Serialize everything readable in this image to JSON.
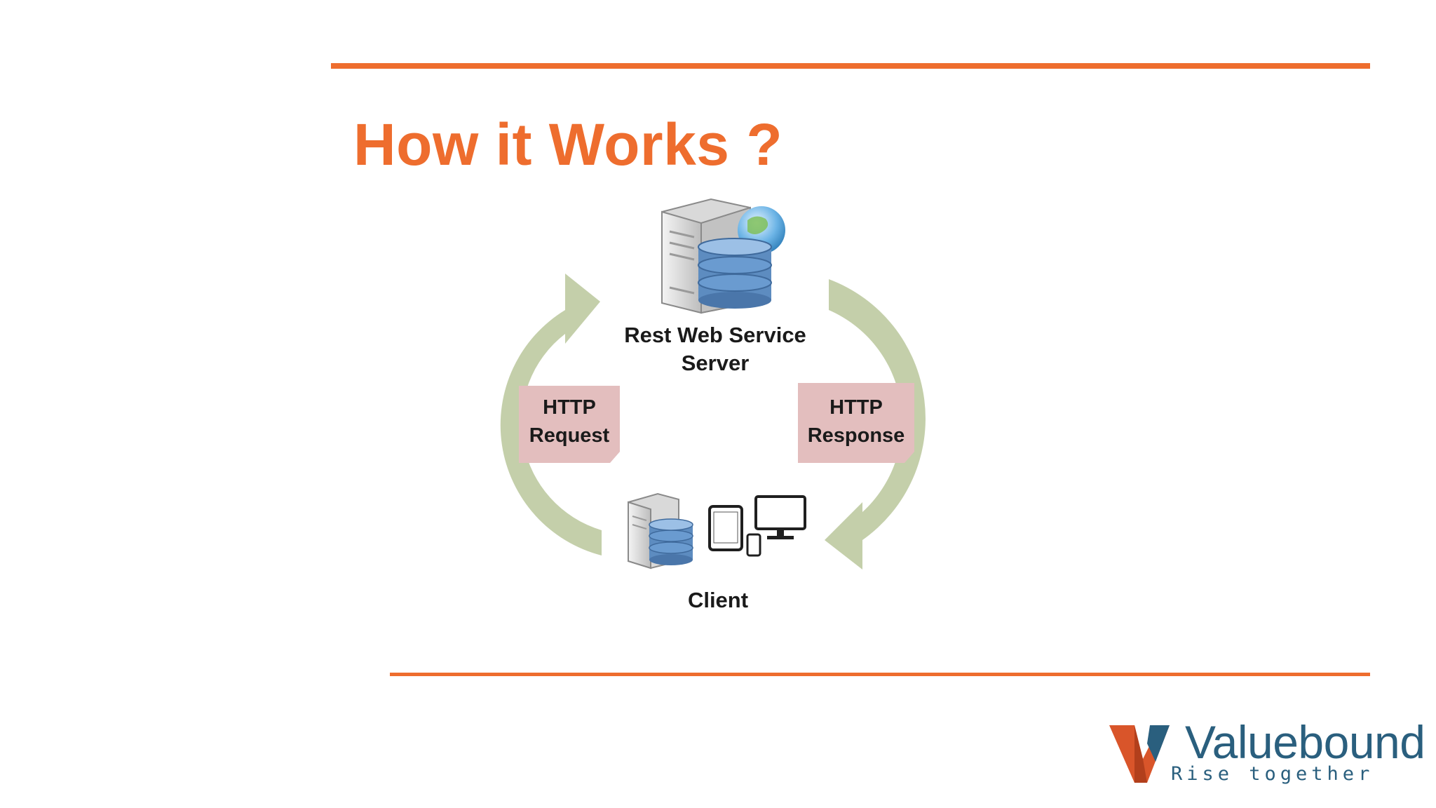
{
  "slide": {
    "title": "How it Works ?"
  },
  "diagram": {
    "server_label_line1": "Rest Web Service",
    "server_label_line2": "Server",
    "request_label_line1": "HTTP",
    "request_label_line2": "Request",
    "response_label_line1": "HTTP",
    "response_label_line2": "Response",
    "client_label": "Client"
  },
  "logo": {
    "name": "Valuebound",
    "tagline": "Rise together"
  },
  "colors": {
    "accent": "#ee6d2e",
    "arrow": "#c4cfaa",
    "label_box": "#e3bebe",
    "brand": "#2a5f7e",
    "database": "#5d8cc0"
  }
}
